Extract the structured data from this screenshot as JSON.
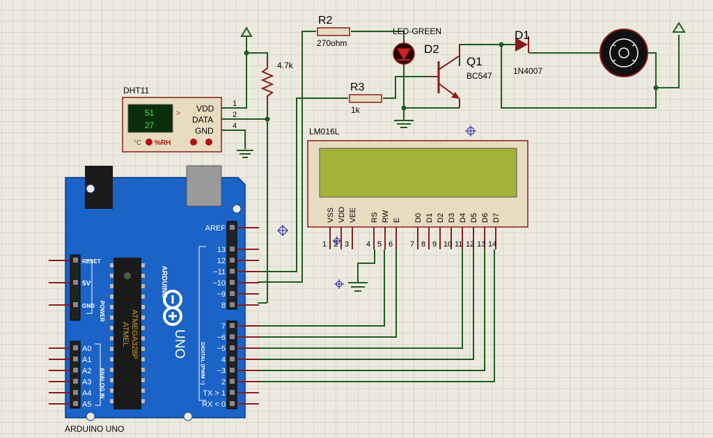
{
  "components": {
    "r2": {
      "ref": "R2",
      "value": "270ohm"
    },
    "r3": {
      "ref": "R3",
      "value": "1k"
    },
    "pullup": {
      "value": "4.7k"
    },
    "led": {
      "label": "LED-GREEN",
      "ref": "D2"
    },
    "q1": {
      "ref": "Q1",
      "model": "BC547"
    },
    "d1": {
      "ref": "D1",
      "model": "1N4007"
    },
    "dht": {
      "ref": "DHT11",
      "pins": [
        "VDD",
        "DATA",
        "GND"
      ],
      "pin_numbers": [
        "1",
        "2",
        "4"
      ],
      "humidity": "51",
      "temperature": "27",
      "arrow": ">",
      "celsius": "°C",
      "rh": "%RH"
    },
    "lcd": {
      "ref": "LM016L",
      "pins": [
        "VSS",
        "VDD",
        "VEE",
        "RS",
        "RW",
        "E",
        "D0",
        "D1",
        "D2",
        "D3",
        "D4",
        "D5",
        "D6",
        "D7"
      ],
      "pin_numbers": [
        "1",
        "2",
        "3",
        "4",
        "5",
        "6",
        "7",
        "8",
        "9",
        "10",
        "11",
        "12",
        "13",
        "14"
      ]
    },
    "arduino": {
      "label": "ARDUINO UNO",
      "brand": "ARDUINO",
      "model": "UNO",
      "chip_line1": "ATMEL",
      "chip_line2": "ATMEGA328P",
      "power_pins": [
        "RESET",
        "5V",
        "GND"
      ],
      "power_group": "POWER",
      "analog_pins": [
        "A0",
        "A1",
        "A2",
        "A3",
        "A4",
        "A5"
      ],
      "analog_group": "ANALOG IN",
      "aref": "AREF",
      "digital_top": [
        "13",
        "12",
        "~11",
        "~10",
        "~9",
        "8"
      ],
      "digital_bottom": [
        "7",
        "~6",
        "~5",
        "4",
        "~3",
        "2",
        "TX > 1",
        "RX < 0"
      ],
      "digital_group": "DIGITAL (PWM ~)"
    }
  }
}
